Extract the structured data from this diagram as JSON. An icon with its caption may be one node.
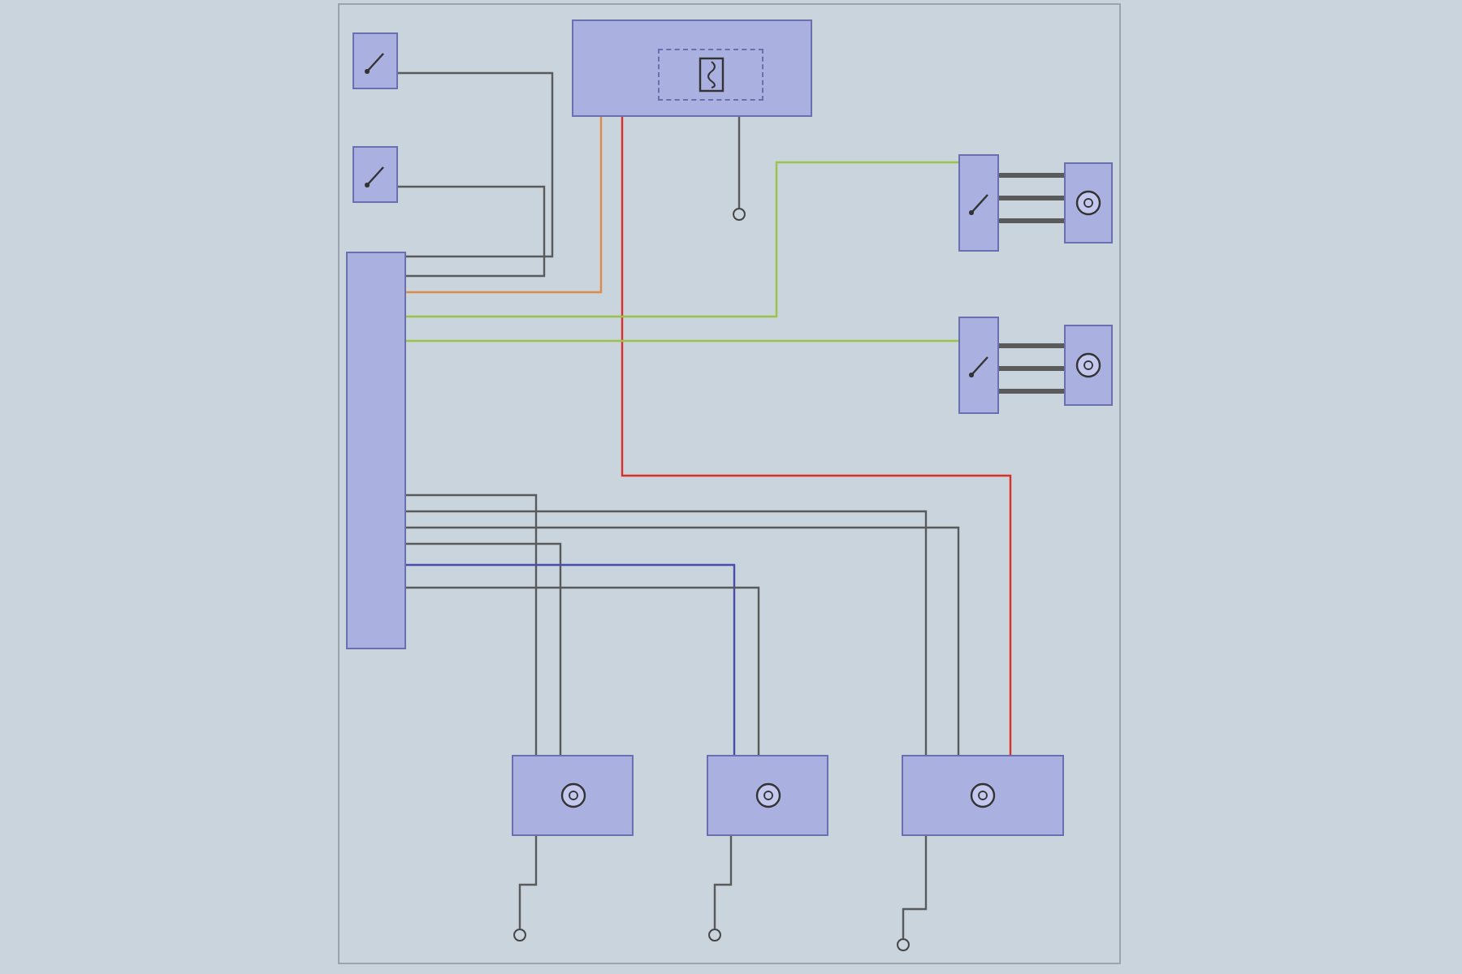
{
  "diagram": {
    "nodes": [
      {
        "text": [],
        "shape": "box"
      },
      {
        "text": [],
        "shape": "box"
      },
      {
        "text": [],
        "shape": "box"
      },
      {
        "text": [],
        "shape": "box",
        "in": 2
      },
      {
        "text": [],
        "shape": "box"
      },
      {
        "text": [],
        "shape": "box"
      },
      {
        "text": [],
        "shape": "box"
      },
      {
        "text": [],
        "shape": "box"
      },
      {
        "text": [],
        "shape": "box"
      },
      {
        "text": [],
        "shape": "box"
      },
      {
        "text": [],
        "shape": "box"
      },
      {
        "text": [],
        "shape": "box"
      },
      {
        "text": [],
        "shape": "circle"
      },
      {
        "text": [],
        "shape": "circle"
      },
      {
        "text": [],
        "shape": "circle"
      },
      {
        "text": [],
        "shape": "circle"
      }
    ],
    "edges": [
      {
        "from": 0,
        "to": 4,
        "arrow": "none"
      },
      {
        "from": 1,
        "to": 4,
        "arrow": "none"
      },
      {
        "from": 2,
        "to": 4,
        "arrow": "none",
        "color": "#e08a4a"
      },
      {
        "from": 2,
        "to": 11,
        "arrow": "none",
        "color": "#d9302a"
      },
      {
        "from": 2,
        "to": 15,
        "arrow": "none"
      },
      {
        "from": 4,
        "to": 5,
        "arrow": "none",
        "color": "#9bc24a"
      },
      {
        "from": 4,
        "to": 7,
        "arrow": "none",
        "color": "#9bc24a"
      },
      {
        "from": 5,
        "to": 6,
        "arrow": "none",
        "style": "thick"
      },
      {
        "from": 5,
        "to": 6,
        "arrow": "none",
        "style": "thick"
      },
      {
        "from": 5,
        "to": 6,
        "arrow": "none",
        "style": "thick"
      },
      {
        "from": 7,
        "to": 8,
        "arrow": "none",
        "style": "thick"
      },
      {
        "from": 7,
        "to": 8,
        "arrow": "none",
        "style": "thick"
      },
      {
        "from": 7,
        "to": 8,
        "arrow": "none",
        "style": "thick"
      },
      {
        "from": 4,
        "to": 9,
        "arrow": "none"
      },
      {
        "from": 4,
        "to": 9,
        "arrow": "none"
      },
      {
        "from": 4,
        "to": 10,
        "arrow": "none",
        "color": "#4a4ab0"
      },
      {
        "from": 4,
        "to": 10,
        "arrow": "none"
      },
      {
        "from": 4,
        "to": 11,
        "arrow": "none"
      },
      {
        "from": 4,
        "to": 11,
        "arrow": "none"
      },
      {
        "from": 9,
        "to": 12,
        "arrow": "none"
      },
      {
        "from": 10,
        "to": 13,
        "arrow": "none"
      },
      {
        "from": 11,
        "to": 14,
        "arrow": "none"
      }
    ]
  }
}
